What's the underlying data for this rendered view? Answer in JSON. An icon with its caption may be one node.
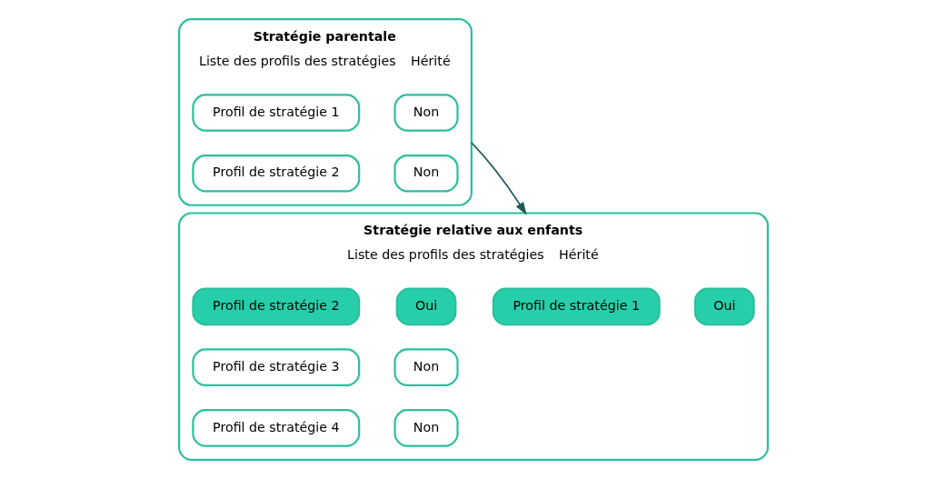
{
  "diagram": {
    "nodes": [
      {
        "text": [
          "Stratégie parentale",
          "Liste des profils des stratégies",
          "Hérité"
        ]
      },
      {
        "text": [
          "Profil de stratégie 1"
        ],
        "in": 0
      },
      {
        "text": [
          "Non"
        ],
        "in": 0
      },
      {
        "text": [
          "Profil de stratégie 2"
        ],
        "in": 0
      },
      {
        "text": [
          "Non"
        ],
        "in": 0
      },
      {
        "text": [
          "Stratégie relative aux enfants",
          "Liste des profils des stratégies",
          "Hérité"
        ]
      },
      {
        "text": [
          "Profil de stratégie 1"
        ],
        "in": 5
      },
      {
        "text": [
          "Oui"
        ],
        "in": 5
      },
      {
        "text": [
          "Profil de stratégie 2"
        ],
        "in": 5
      },
      {
        "text": [
          "Oui"
        ],
        "in": 5
      },
      {
        "text": [
          "Profil de stratégie 3"
        ],
        "in": 5
      },
      {
        "text": [
          "Non"
        ],
        "in": 5
      },
      {
        "text": [
          "Profil de stratégie 4"
        ],
        "in": 5
      },
      {
        "text": [
          "Non"
        ],
        "in": 5
      }
    ],
    "edges": [
      {
        "from": 0,
        "to": 5,
        "arrow": "to"
      }
    ]
  }
}
